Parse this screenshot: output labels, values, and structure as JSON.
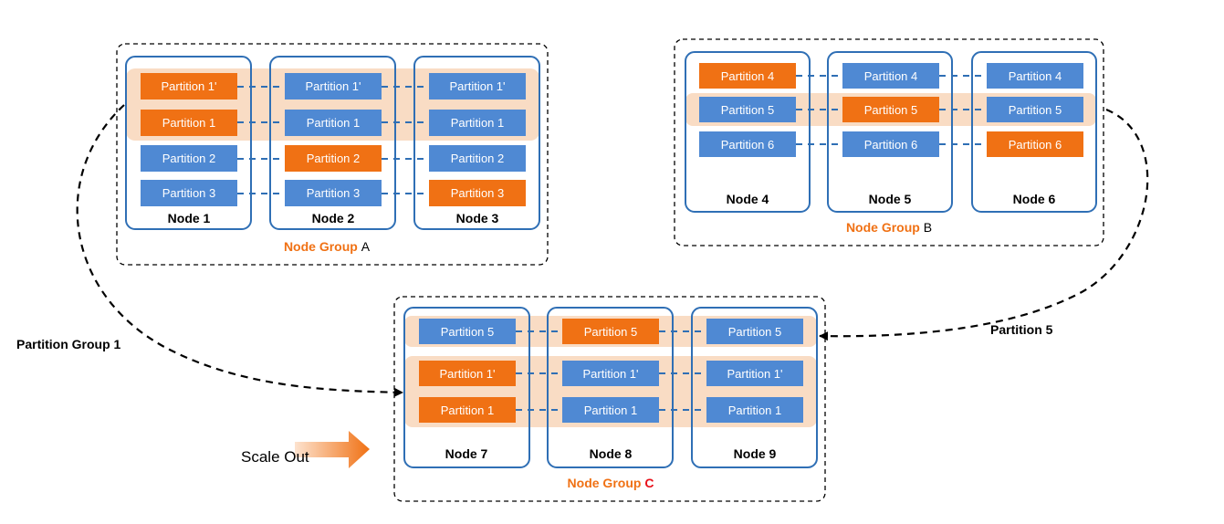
{
  "colors": {
    "primary": "#f07114",
    "replica": "#4f89d3",
    "node_border": "#2f6fb5",
    "group_highlight": "#f9dcc4",
    "link": "#2f6fb5",
    "group_label": "#f07114",
    "group_letter_c": "#e8101a"
  },
  "groups": {
    "a": {
      "label": "Node Group",
      "letter": "A",
      "nodes": [
        {
          "label": "Node 1",
          "partitions": [
            {
              "text": "Partition 1'",
              "role": "primary"
            },
            {
              "text": "Partition 1",
              "role": "primary"
            },
            {
              "text": "Partition 2",
              "role": "replica"
            },
            {
              "text": "Partition 3",
              "role": "replica"
            }
          ]
        },
        {
          "label": "Node 2",
          "partitions": [
            {
              "text": "Partition 1'",
              "role": "replica"
            },
            {
              "text": "Partition 1",
              "role": "replica"
            },
            {
              "text": "Partition 2",
              "role": "primary"
            },
            {
              "text": "Partition 3",
              "role": "replica"
            }
          ]
        },
        {
          "label": "Node 3",
          "partitions": [
            {
              "text": "Partition 1'",
              "role": "replica"
            },
            {
              "text": "Partition 1",
              "role": "replica"
            },
            {
              "text": "Partition 2",
              "role": "replica"
            },
            {
              "text": "Partition 3",
              "role": "primary"
            }
          ]
        }
      ]
    },
    "b": {
      "label": "Node Group",
      "letter": "B",
      "nodes": [
        {
          "label": "Node 4",
          "partitions": [
            {
              "text": "Partition 4",
              "role": "primary"
            },
            {
              "text": "Partition 5",
              "role": "replica"
            },
            {
              "text": "Partition 6",
              "role": "replica"
            }
          ]
        },
        {
          "label": "Node 5",
          "partitions": [
            {
              "text": "Partition 4",
              "role": "replica"
            },
            {
              "text": "Partition 5",
              "role": "primary"
            },
            {
              "text": "Partition 6",
              "role": "replica"
            }
          ]
        },
        {
          "label": "Node 6",
          "partitions": [
            {
              "text": "Partition 4",
              "role": "replica"
            },
            {
              "text": "Partition 5",
              "role": "replica"
            },
            {
              "text": "Partition 6",
              "role": "primary"
            }
          ]
        }
      ]
    },
    "c": {
      "label": "Node Group",
      "letter": "C",
      "nodes": [
        {
          "label": "Node 7",
          "partitions": [
            {
              "text": "Partition 5",
              "role": "replica"
            },
            {
              "text": "Partition 1'",
              "role": "primary"
            },
            {
              "text": "Partition 1",
              "role": "primary"
            }
          ]
        },
        {
          "label": "Node 8",
          "partitions": [
            {
              "text": "Partition 5",
              "role": "primary"
            },
            {
              "text": "Partition 1'",
              "role": "replica"
            },
            {
              "text": "Partition 1",
              "role": "replica"
            }
          ]
        },
        {
          "label": "Node 9",
          "partitions": [
            {
              "text": "Partition 5",
              "role": "replica"
            },
            {
              "text": "Partition 1'",
              "role": "replica"
            },
            {
              "text": "Partition 1",
              "role": "replica"
            }
          ]
        }
      ]
    }
  },
  "labels": {
    "partition_group_1": "Partition Group 1",
    "partition_5": "Partition 5",
    "scale_out": "Scale Out"
  }
}
